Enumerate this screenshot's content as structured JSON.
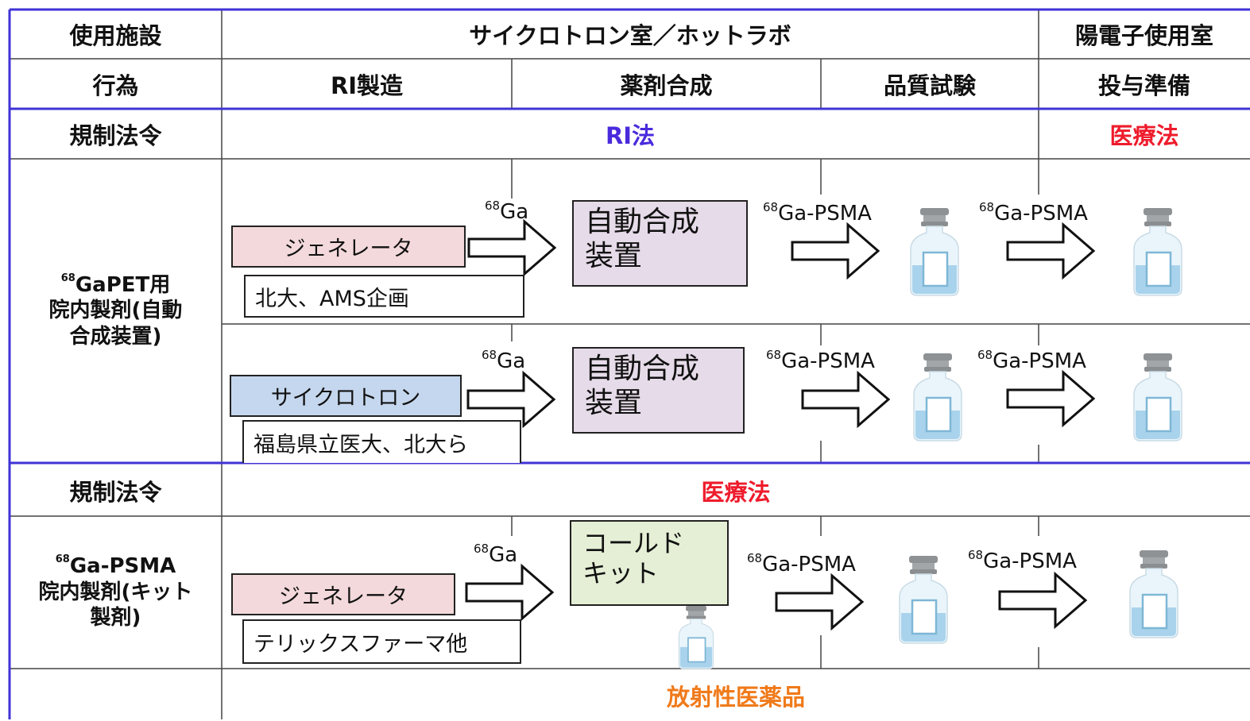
{
  "colors": {
    "frame_blue": "#3f33d6",
    "ri_law": "#4a2bdc",
    "medical_law": "#ee1c2c",
    "radiopharma": "#f07a1a",
    "generator_fill": "#f3d9db",
    "cyclotron_fill": "#c5d7ee",
    "synth_fill": "#e6dbe8",
    "coldkit_fill": "#e5efd6"
  },
  "header": {
    "facility_label": "使用施設",
    "facility_main": "サイクロトロン室／ホットラボ",
    "facility_pet": "陽電子使用室",
    "action_label": "行為",
    "actions": [
      "RI製造",
      "薬剤合成",
      "品質試験",
      "投与準備"
    ]
  },
  "reg1": {
    "label": "規制法令",
    "ri_law": "RI法",
    "medical_law": "医療法"
  },
  "auto_row": {
    "label_sup": "68",
    "label_line1": "GaPET用",
    "label_line2": "院内製剤(自動",
    "label_line3": "合成装置)",
    "lane1": {
      "source": "ジェネレータ",
      "org": "北大、AMS企画",
      "isotope_sup": "68",
      "isotope": "Ga",
      "synth_line1": "自動合成",
      "synth_line2": "装置",
      "product_sup": "68",
      "product": "Ga-PSMA",
      "product2_sup": "68",
      "product2": "Ga-PSMA"
    },
    "lane2": {
      "source": "サイクロトロン",
      "org": "福島県立医大、北大ら",
      "isotope_sup": "68",
      "isotope": "Ga",
      "synth_line1": "自動合成",
      "synth_line2": "装置",
      "product_sup": "68",
      "product": "Ga-PSMA",
      "product2_sup": "68",
      "product2": "Ga-PSMA"
    }
  },
  "reg2": {
    "label": "規制法令",
    "medical_law": "医療法"
  },
  "kit_row": {
    "label_sup": "68",
    "label_line1": "Ga-PSMA",
    "label_line2": "院内製剤(キット",
    "label_line3": "製剤)",
    "source": "ジェネレータ",
    "org": "テリックスファーマ他",
    "isotope_sup": "68",
    "isotope": "Ga",
    "kit_line1": "コールド",
    "kit_line2": "キット",
    "product_sup": "68",
    "product": "Ga-PSMA",
    "product2_sup": "68",
    "product2": "Ga-PSMA"
  },
  "footer": {
    "label": "放射性医薬品"
  }
}
